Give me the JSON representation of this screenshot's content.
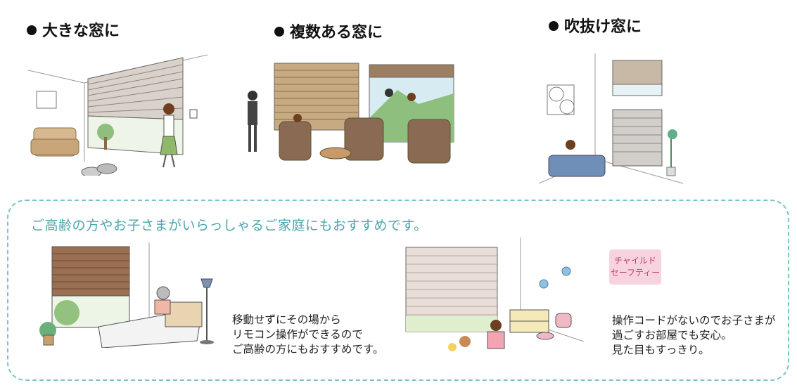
{
  "headings": {
    "large": "大きな窓に",
    "multiple": "複数ある窓に",
    "atrium": "吹抜け窓に"
  },
  "recommend": {
    "title": "ご高齢の方やお子さまがいらっしゃるご家庭にもおすすめです。",
    "elderly_lines": [
      "移動せずにその場から",
      "リモコン操作ができるので",
      "ご高齢の方にもおすすめです。"
    ],
    "badge_lines": [
      "チャイルド",
      "セーフティー"
    ],
    "child_lines": [
      "操作コードがないのでお子さまが",
      "過ごすお部屋でも安心。",
      "見た目もすっきり。"
    ]
  },
  "colors": {
    "accent_teal": "#7cc3c6",
    "title_teal": "#4aa6ad",
    "badge_pink": "#f7d3df",
    "shutter_brown": "#b99a78"
  }
}
